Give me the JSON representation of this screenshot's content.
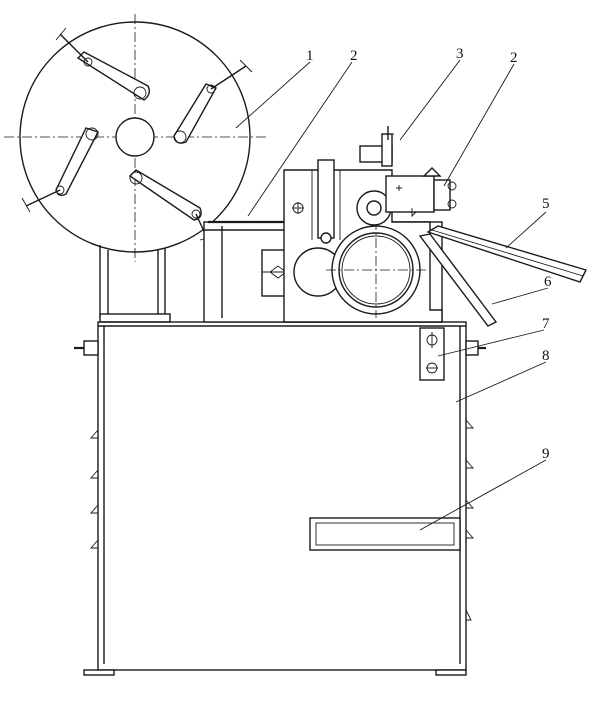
{
  "callouts": [
    {
      "id": "1",
      "label": "1"
    },
    {
      "id": "2",
      "label": "2"
    },
    {
      "id": "3",
      "label": "3"
    },
    {
      "id": "4",
      "label": "2"
    },
    {
      "id": "5",
      "label": "5"
    },
    {
      "id": "6",
      "label": "6"
    },
    {
      "id": "7",
      "label": "7"
    },
    {
      "id": "8",
      "label": "8"
    },
    {
      "id": "9",
      "label": "9"
    }
  ]
}
